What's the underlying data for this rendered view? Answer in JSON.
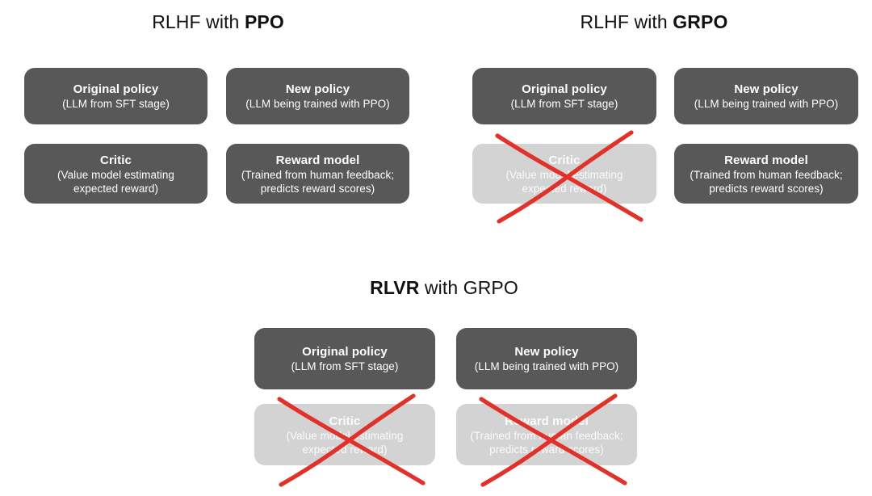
{
  "page": {
    "background": "#ffffff",
    "accent_red": "#e0322a",
    "card_dark": "#585858",
    "card_muted": "#d3d3d3"
  },
  "panels": [
    {
      "id": "ppo",
      "title_prefix": "RLHF with ",
      "title_strong": "PPO",
      "cards": [
        {
          "id": "original",
          "title": "Original policy",
          "subtitle": "(LLM from SFT stage)",
          "state": "active",
          "crossed_out": false
        },
        {
          "id": "new",
          "title": "New policy",
          "subtitle": "(LLM being trained with PPO)",
          "state": "active",
          "crossed_out": false
        },
        {
          "id": "critic",
          "title": "Critic",
          "subtitle": "(Value model estimating expected reward)",
          "state": "active",
          "crossed_out": false
        },
        {
          "id": "reward",
          "title": "Reward model",
          "subtitle": "(Trained from human feedback; predicts reward scores)",
          "state": "active",
          "crossed_out": false
        }
      ]
    },
    {
      "id": "grpo",
      "title_prefix": "RLHF with ",
      "title_strong": "GRPO",
      "cards": [
        {
          "id": "original",
          "title": "Original policy",
          "subtitle": "(LLM from SFT stage)",
          "state": "active",
          "crossed_out": false
        },
        {
          "id": "new",
          "title": "New policy",
          "subtitle": "(LLM being trained with PPO)",
          "state": "active",
          "crossed_out": false
        },
        {
          "id": "critic",
          "title": "Critic",
          "subtitle": "(Value model estimating expected reward)",
          "state": "removed",
          "crossed_out": true
        },
        {
          "id": "reward",
          "title": "Reward model",
          "subtitle": "(Trained from human feedback; predicts reward scores)",
          "state": "active",
          "crossed_out": false
        }
      ]
    },
    {
      "id": "rlvr",
      "title_prefix": "RLVR",
      "title_strong": " with GRPO",
      "cards": [
        {
          "id": "original",
          "title": "Original policy",
          "subtitle": "(LLM from SFT stage)",
          "state": "active",
          "crossed_out": false
        },
        {
          "id": "new",
          "title": "New policy",
          "subtitle": "(LLM being trained with PPO)",
          "state": "active",
          "crossed_out": false
        },
        {
          "id": "critic",
          "title": "Critic",
          "subtitle": "(Value model estimating expected reward)",
          "state": "removed",
          "crossed_out": true
        },
        {
          "id": "reward",
          "title": "Reward model",
          "subtitle": "(Trained from human feedback; predicts reward scores)",
          "state": "removed",
          "crossed_out": true
        }
      ]
    }
  ],
  "labels": {
    "title_ppo_regular": "RLHF with ",
    "title_ppo_bold": "PPO",
    "title_grpo_regular": "RLHF with ",
    "title_grpo_bold": "GRPO",
    "title_rlvr_bold": "RLVR",
    "title_rlvr_regular": " with GRPO",
    "original_policy": "Original policy",
    "original_policy_sub": "(LLM from SFT stage)",
    "new_policy": "New policy",
    "new_policy_sub": "(LLM being trained with PPO)",
    "critic": "Critic",
    "critic_sub_line1": "(Value model estimating",
    "critic_sub_line2": "expected reward)",
    "reward_model": "Reward model",
    "reward_sub_line1": "(Trained from human feedback;",
    "reward_sub_line2": "predicts reward scores)"
  }
}
